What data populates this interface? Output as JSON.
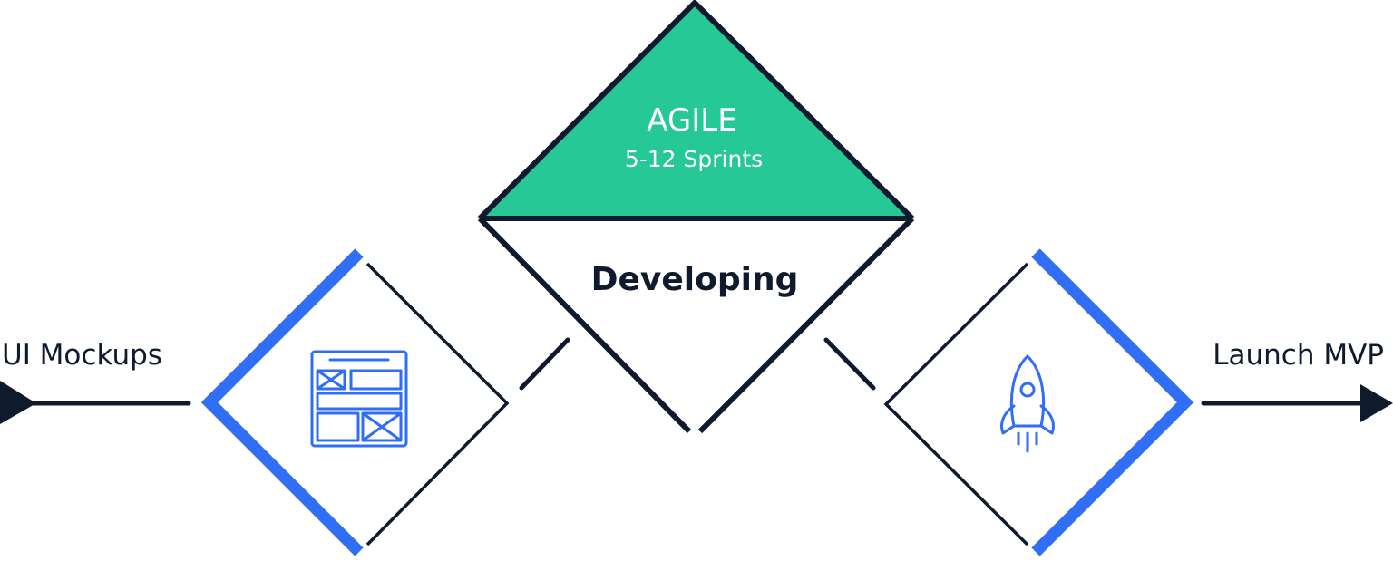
{
  "labels": {
    "left": "UI Mockups",
    "right": "Launch MVP",
    "center_title": "AGILE",
    "center_subtitle": "5-12 Sprints",
    "center_body": "Developing"
  },
  "icons": {
    "left": "wireframe-layout-icon",
    "right": "rocket-icon"
  },
  "colors": {
    "navy": "#0f1b2d",
    "blue": "#2f6ef5",
    "green": "#26c896",
    "white": "#ffffff"
  }
}
